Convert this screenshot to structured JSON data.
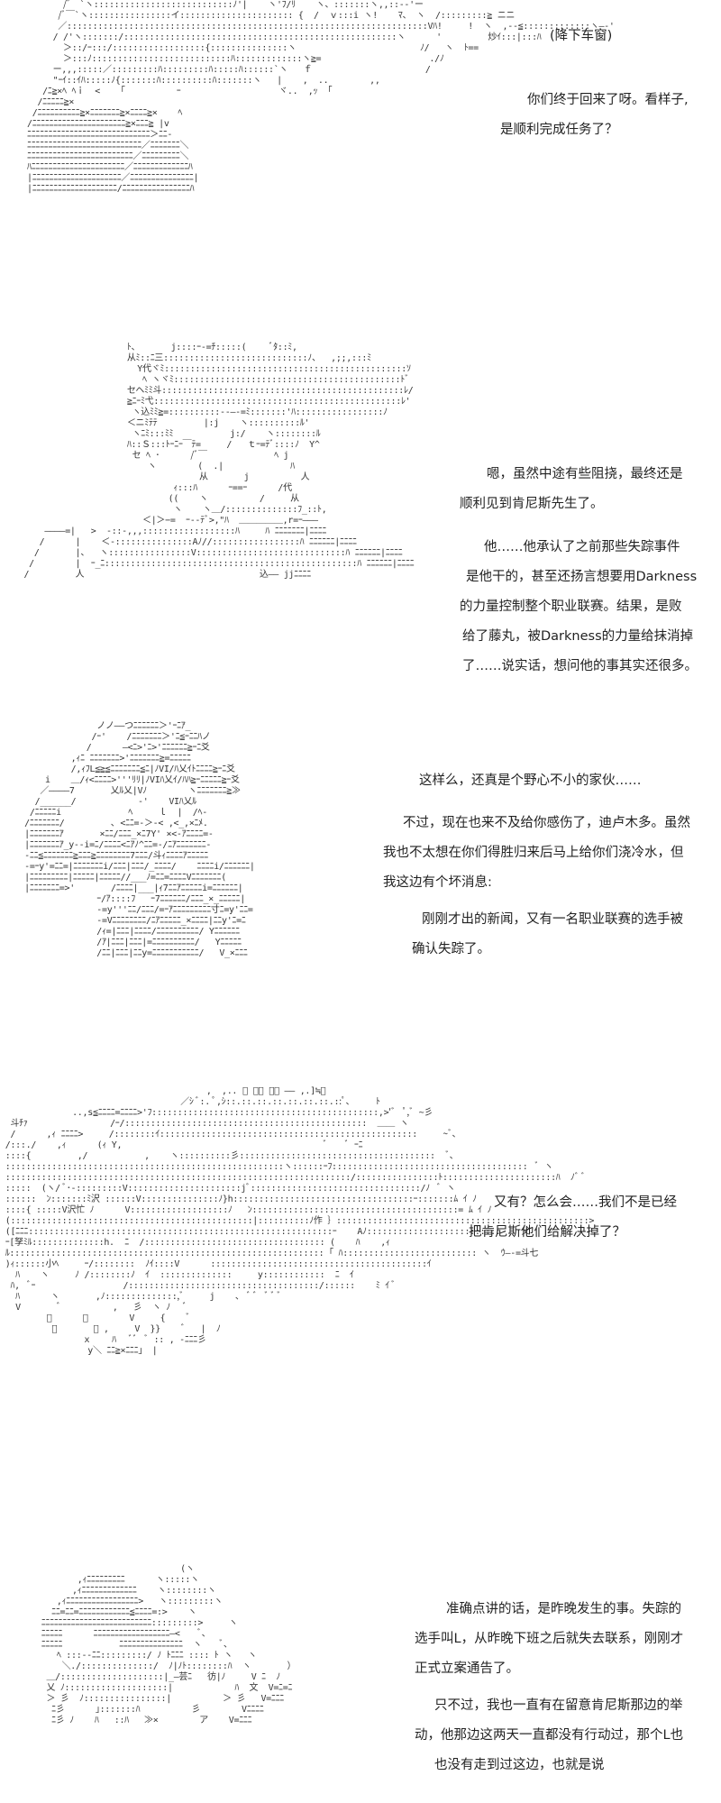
{
  "panels": [
    {
      "note": "(降下车窗)",
      "lines": [
        "你们终于回来了呀。看样子,",
        "是顺利完成任务了？"
      ]
    },
    {
      "lines": [
        "嗯，虽然中途有些阻挠，最终还是",
        "顺利见到肯尼斯先生了。",
        "他……他承认了之前那些失踪事件",
        "是他干的，甚至还扬言想要用Darkness",
        "的力量控制整个职业联赛。结果，是败",
        "给了藤丸，被Darkness的力量给抹消掉",
        "了……说实话，想问他的事其实还很多。"
      ]
    },
    {
      "lines": [
        "这样么，还真是个野心不小的家伙……",
        "不过，现在也来不及给你感伤了，迪卢木多。虽然",
        "我也不太想在你们得胜归来后马上给你们浇冷水，但",
        "我这边有个坏消息:",
        "刚刚才出的新闻，又有一名职业联赛的选手被",
        "确认失踪了。"
      ]
    },
    {
      "lines": [
        "又有？怎么会……我们不是已经",
        "把肯尼斯他们给解决掉了？"
      ]
    },
    {
      "lines": [
        "准确点讲的话，是昨晚发生的事。失踪的",
        "选手叫L，从昨晚下班之后就失去联系，刚刚才",
        "正式立案通告了。",
        "只不过，我也一直有在留意肯尼斯那边的举",
        "动，他那边这两天一直都没有行动过，那个L也",
        "也没有走到过这边，也就是说"
      ]
    }
  ]
}
